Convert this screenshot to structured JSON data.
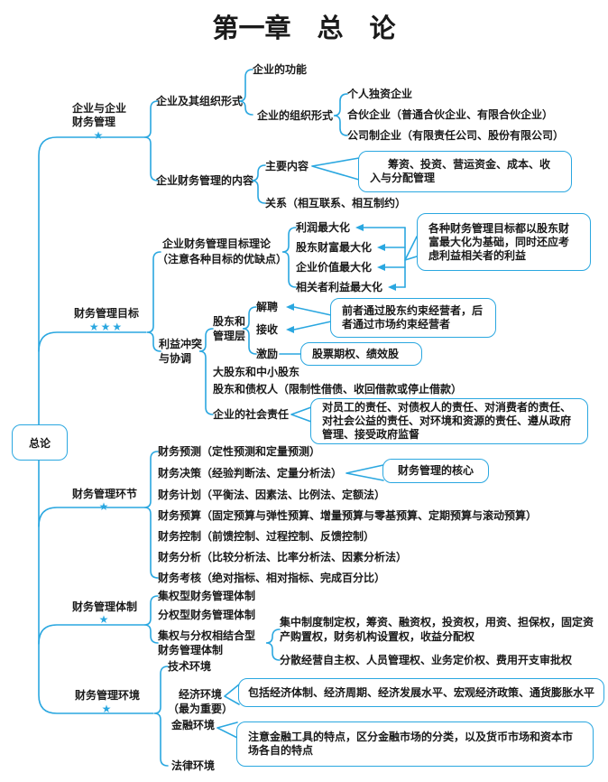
{
  "page": {
    "title": "第一章　总　论",
    "accent_color": "#2aa7e0"
  },
  "root": {
    "label": "总论"
  },
  "b1": {
    "label_line1": "企业与企业",
    "label_line2": "财务管理",
    "stars": "★",
    "org": {
      "label": "企业及其组织形式",
      "function": "企业的功能",
      "forms": {
        "label": "企业的组织形式",
        "items": [
          "个人独资企业",
          "合伙企业（普通合伙企业、有限合伙企业）",
          "公司制企业（有限责任公司、股份有限公司）"
        ]
      }
    },
    "content": {
      "label": "企业财务管理的内容",
      "main": "主要内容",
      "main_note": "筹资、投资、营运资金、成本、收入与分配管理",
      "relation": "关系（相互联系、相互制约）"
    }
  },
  "b2": {
    "label": "财务管理目标",
    "stars": "★★★",
    "theory": {
      "label_line1": "企业财务管理目标理论",
      "label_line2": "（注意各种目标的优缺点）",
      "goals": [
        "利润最大化",
        "股东财富最大化",
        "企业价值最大化",
        "相关者利益最大化"
      ],
      "note": "各种财务管理目标都以股东财富最大化为基础，同时还应考虑利益相关者的利益"
    },
    "conflict": {
      "label_line1": "利益冲突",
      "label_line2": "与协调",
      "shareholder_mgmt": {
        "label_line1": "股东和",
        "label_line2": "管理层",
        "dismiss": "解聘",
        "takeover": "接收",
        "incentive": "激励",
        "dismiss_note": "前者通过股东约束经营者，后者通过市场约束经营者",
        "incentive_note": "股票期权、绩效股"
      },
      "major_minor": "大股东和中小股东",
      "creditor": "股东和债权人（限制性借债、收回借款或停止借款）",
      "social": {
        "label": "企业的社会责任",
        "note": "对员工的责任、对债权人的责任、对消费者的责任、对社会公益的责任、对环境和资源的责任、遵从政府管理、接受政府监督"
      }
    }
  },
  "b3": {
    "label": "财务管理环节",
    "stars": "★",
    "items": [
      "财务预测（定性预测和定量预测）",
      "财务决策（经验判断法、定量分析法）",
      "财务计划（平衡法、因素法、比例法、定额法）",
      "财务预算（固定预算与弹性预算、增量预算与零基预算、定期预算与滚动预算）",
      "财务控制（前馈控制、过程控制、反馈控制）",
      "财务分析（比较分析法、比率分析法、因素分析法）",
      "财务考核（绝对指标、相对指标、完成百分比）"
    ],
    "decision_note": "财务管理的核心"
  },
  "b4": {
    "label": "财务管理体制",
    "stars": "★",
    "centralized": "集权型财务管理体制",
    "decentralized": "分权型财务管理体制",
    "combined": {
      "label_line1": "集权与分权相结合型",
      "label_line2": "财务管理体制",
      "central_rights": "集中制度制定权，筹资、融资权，投资权，用资、担保权，固定资产购置权，财务机构设置权，收益分配权",
      "decentral_rights": "分散经营自主权、人员管理权、业务定价权、费用开支审批权"
    }
  },
  "b5": {
    "label": "财务管理环境",
    "stars": "★",
    "tech": "技术环境",
    "economic": {
      "label_line1": "经济环境",
      "label_line2": "（最为重要）",
      "note": "包括经济体制、经济周期、经济发展水平、宏观经济政策、通货膨胀水平"
    },
    "financial": {
      "label": "金融环境",
      "note": "注意金融工具的特点，区分金融市场的分类，以及货币市场和资本市场各自的特点"
    },
    "legal": "法律环境"
  }
}
